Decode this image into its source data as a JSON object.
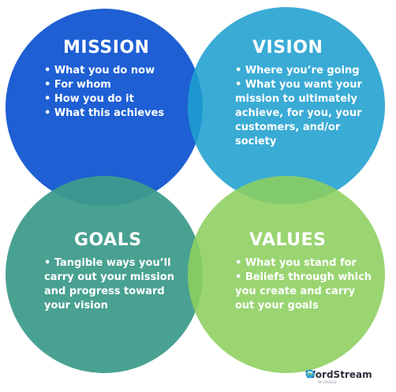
{
  "quadrants": {
    "mission": {
      "title": "MISSION",
      "items": [
        "• What you do now",
        "• For whom",
        "• How you do it",
        "• What this achieves"
      ]
    },
    "vision": {
      "title": "VISION",
      "items": [
        "• Where you’re going",
        "• What you want your",
        "mission to ultimately",
        "achieve, for you, your",
        "customers, and/or",
        "society"
      ]
    },
    "goals": {
      "title": "GOALS",
      "items": [
        "• Tangible ways you’ll",
        "carry out your mission",
        "and progress toward",
        "your vision"
      ]
    },
    "values": {
      "title": "VALUES",
      "items": [
        "• What you stand for",
        "• Beliefs through which",
        "you create and carry",
        "out your goals"
      ]
    }
  },
  "colors": {
    "mission": "#1e5fd4",
    "vision": "#1f9fcf",
    "goals": "#3e9b8a",
    "values": "#8ccf5f"
  },
  "brand": {
    "name": "WordStream",
    "sub": "BY LOCALiQ",
    "icon": "wordstream-logo-icon"
  }
}
